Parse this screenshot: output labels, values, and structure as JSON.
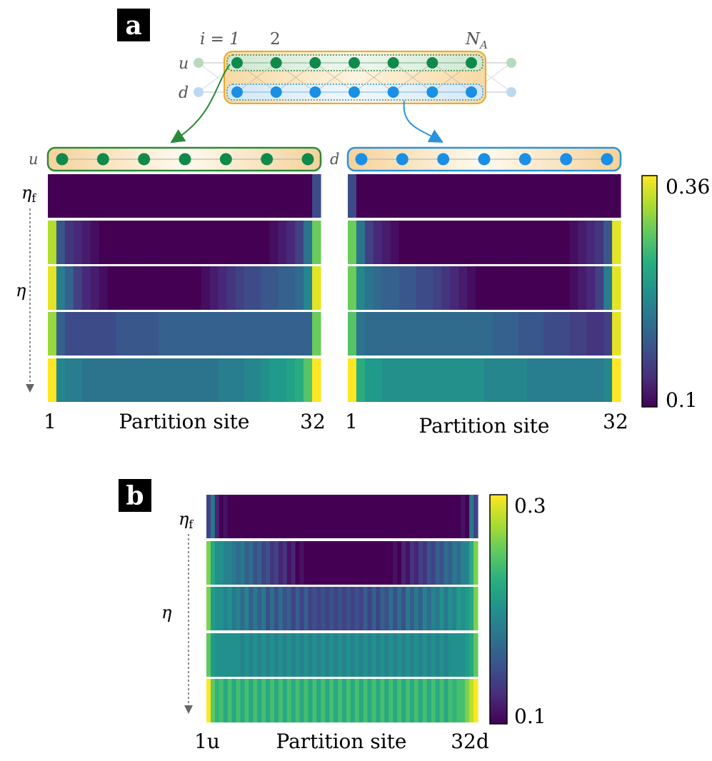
{
  "panel_a": {
    "label": "a",
    "lattice": {
      "site_label_first": "i = 1",
      "site_label_second": "2",
      "site_label_last": "N",
      "site_label_last_sub": "A",
      "row_u_label": "u",
      "row_d_label": "d",
      "sites_in_partition": 7
    },
    "heatmap_u": {
      "chain_label": "u",
      "x_start": "1",
      "x_end": "32",
      "xlabel": "Partition site"
    },
    "heatmap_d": {
      "chain_label": "d",
      "x_start": "1",
      "x_end": "32",
      "xlabel": "Partition site"
    },
    "eta_f_label": "η",
    "eta_f_sub": "f",
    "eta_label": "η",
    "colorbar": {
      "max": "0.36",
      "min": "0.1"
    }
  },
  "panel_b": {
    "label": "b",
    "eta_f_label": "η",
    "eta_f_sub": "f",
    "eta_label": "η",
    "x_start": "1u",
    "x_end": "32d",
    "xlabel": "Partition site",
    "colorbar": {
      "max": "0.3",
      "min": "0.1"
    }
  },
  "colors": {
    "u_site": "#0f8a4a",
    "d_site": "#1a8fe6",
    "partition_fill": "#f7dfb0",
    "partition_border": "#e9a92a",
    "u_chain_border": "#2a8a3a",
    "d_chain_border": "#2a93dd"
  },
  "chart_data": [
    {
      "type": "heatmap",
      "name": "panel-a-u",
      "rows": 5,
      "columns": 32,
      "colormap": "viridis",
      "vmin": 0.1,
      "vmax": 0.36,
      "rows_data": [
        [
          0.1,
          0.1,
          0.1,
          0.1,
          0.1,
          0.1,
          0.1,
          0.1,
          0.1,
          0.1,
          0.1,
          0.1,
          0.1,
          0.1,
          0.1,
          0.1,
          0.1,
          0.1,
          0.1,
          0.1,
          0.1,
          0.1,
          0.1,
          0.1,
          0.1,
          0.1,
          0.1,
          0.1,
          0.1,
          0.1,
          0.1,
          0.16
        ],
        [
          0.33,
          0.17,
          0.14,
          0.13,
          0.12,
          0.11,
          0.1,
          0.1,
          0.1,
          0.1,
          0.1,
          0.1,
          0.1,
          0.1,
          0.1,
          0.1,
          0.1,
          0.1,
          0.1,
          0.1,
          0.1,
          0.1,
          0.1,
          0.1,
          0.1,
          0.1,
          0.11,
          0.12,
          0.13,
          0.15,
          0.2,
          0.3
        ],
        [
          0.35,
          0.21,
          0.18,
          0.15,
          0.13,
          0.12,
          0.11,
          0.1,
          0.1,
          0.1,
          0.1,
          0.1,
          0.1,
          0.1,
          0.1,
          0.1,
          0.1,
          0.1,
          0.11,
          0.12,
          0.13,
          0.14,
          0.15,
          0.16,
          0.16,
          0.17,
          0.17,
          0.18,
          0.18,
          0.19,
          0.22,
          0.35
        ],
        [
          0.32,
          0.18,
          0.16,
          0.16,
          0.16,
          0.16,
          0.16,
          0.16,
          0.17,
          0.17,
          0.17,
          0.17,
          0.17,
          0.18,
          0.18,
          0.18,
          0.18,
          0.18,
          0.18,
          0.18,
          0.18,
          0.18,
          0.18,
          0.18,
          0.18,
          0.18,
          0.18,
          0.18,
          0.18,
          0.18,
          0.18,
          0.3
        ],
        [
          0.36,
          0.22,
          0.21,
          0.21,
          0.2,
          0.2,
          0.2,
          0.2,
          0.2,
          0.2,
          0.2,
          0.2,
          0.2,
          0.2,
          0.2,
          0.2,
          0.2,
          0.2,
          0.2,
          0.2,
          0.21,
          0.21,
          0.21,
          0.22,
          0.22,
          0.23,
          0.24,
          0.24,
          0.25,
          0.26,
          0.29,
          0.36
        ]
      ]
    },
    {
      "type": "heatmap",
      "name": "panel-a-d",
      "rows": 5,
      "columns": 32,
      "colormap": "viridis",
      "vmin": 0.1,
      "vmax": 0.36,
      "rows_data": [
        [
          0.16,
          0.1,
          0.1,
          0.1,
          0.1,
          0.1,
          0.1,
          0.1,
          0.1,
          0.1,
          0.1,
          0.1,
          0.1,
          0.1,
          0.1,
          0.1,
          0.1,
          0.1,
          0.1,
          0.1,
          0.1,
          0.1,
          0.1,
          0.1,
          0.1,
          0.1,
          0.1,
          0.1,
          0.1,
          0.1,
          0.1,
          0.1
        ],
        [
          0.3,
          0.2,
          0.15,
          0.13,
          0.12,
          0.11,
          0.1,
          0.1,
          0.1,
          0.1,
          0.1,
          0.1,
          0.1,
          0.1,
          0.1,
          0.1,
          0.1,
          0.1,
          0.1,
          0.1,
          0.1,
          0.1,
          0.1,
          0.1,
          0.1,
          0.1,
          0.11,
          0.12,
          0.13,
          0.14,
          0.17,
          0.35
        ],
        [
          0.3,
          0.22,
          0.2,
          0.19,
          0.18,
          0.18,
          0.17,
          0.17,
          0.16,
          0.16,
          0.15,
          0.14,
          0.13,
          0.12,
          0.11,
          0.1,
          0.1,
          0.1,
          0.1,
          0.1,
          0.1,
          0.1,
          0.1,
          0.1,
          0.1,
          0.1,
          0.11,
          0.12,
          0.13,
          0.15,
          0.21,
          0.35
        ],
        [
          0.29,
          0.2,
          0.19,
          0.19,
          0.19,
          0.19,
          0.19,
          0.19,
          0.19,
          0.19,
          0.19,
          0.19,
          0.19,
          0.19,
          0.19,
          0.19,
          0.19,
          0.18,
          0.18,
          0.18,
          0.17,
          0.17,
          0.17,
          0.16,
          0.16,
          0.16,
          0.15,
          0.15,
          0.14,
          0.14,
          0.15,
          0.35
        ],
        [
          0.36,
          0.26,
          0.24,
          0.24,
          0.23,
          0.23,
          0.23,
          0.23,
          0.23,
          0.23,
          0.23,
          0.23,
          0.23,
          0.23,
          0.23,
          0.23,
          0.22,
          0.22,
          0.22,
          0.22,
          0.22,
          0.21,
          0.21,
          0.21,
          0.21,
          0.21,
          0.21,
          0.21,
          0.21,
          0.21,
          0.22,
          0.36
        ]
      ]
    },
    {
      "type": "heatmap",
      "name": "panel-b",
      "rows": 5,
      "columns": 64,
      "colormap": "viridis",
      "vmin": 0.1,
      "vmax": 0.3,
      "rows_data": [
        [
          0.14,
          0.18,
          0.12,
          0.1,
          0.11,
          0.1,
          0.1,
          0.1,
          0.1,
          0.1,
          0.1,
          0.1,
          0.1,
          0.1,
          0.1,
          0.1,
          0.1,
          0.1,
          0.1,
          0.1,
          0.1,
          0.1,
          0.1,
          0.1,
          0.1,
          0.1,
          0.1,
          0.1,
          0.1,
          0.1,
          0.1,
          0.1,
          0.1,
          0.1,
          0.1,
          0.1,
          0.1,
          0.1,
          0.1,
          0.1,
          0.1,
          0.1,
          0.1,
          0.1,
          0.1,
          0.1,
          0.1,
          0.1,
          0.1,
          0.1,
          0.1,
          0.1,
          0.1,
          0.1,
          0.1,
          0.1,
          0.1,
          0.1,
          0.1,
          0.1,
          0.11,
          0.1,
          0.18,
          0.14
        ],
        [
          0.26,
          0.22,
          0.2,
          0.2,
          0.19,
          0.19,
          0.18,
          0.17,
          0.18,
          0.16,
          0.17,
          0.15,
          0.16,
          0.14,
          0.15,
          0.13,
          0.14,
          0.12,
          0.13,
          0.11,
          0.12,
          0.1,
          0.11,
          0.1,
          0.1,
          0.1,
          0.1,
          0.1,
          0.1,
          0.1,
          0.1,
          0.1,
          0.1,
          0.1,
          0.1,
          0.1,
          0.1,
          0.1,
          0.1,
          0.1,
          0.1,
          0.1,
          0.1,
          0.1,
          0.11,
          0.1,
          0.12,
          0.11,
          0.13,
          0.12,
          0.14,
          0.13,
          0.15,
          0.14,
          0.16,
          0.15,
          0.17,
          0.16,
          0.18,
          0.17,
          0.19,
          0.19,
          0.22,
          0.26
        ],
        [
          0.26,
          0.21,
          0.2,
          0.2,
          0.19,
          0.2,
          0.18,
          0.19,
          0.17,
          0.19,
          0.16,
          0.18,
          0.16,
          0.18,
          0.15,
          0.17,
          0.15,
          0.17,
          0.15,
          0.16,
          0.14,
          0.16,
          0.14,
          0.16,
          0.14,
          0.15,
          0.14,
          0.15,
          0.14,
          0.15,
          0.14,
          0.15,
          0.14,
          0.15,
          0.14,
          0.15,
          0.14,
          0.16,
          0.14,
          0.16,
          0.14,
          0.16,
          0.15,
          0.17,
          0.15,
          0.17,
          0.15,
          0.18,
          0.16,
          0.18,
          0.16,
          0.19,
          0.17,
          0.19,
          0.18,
          0.2,
          0.18,
          0.2,
          0.19,
          0.21,
          0.2,
          0.21,
          0.22,
          0.26
        ],
        [
          0.25,
          0.21,
          0.2,
          0.2,
          0.2,
          0.2,
          0.2,
          0.2,
          0.19,
          0.2,
          0.19,
          0.2,
          0.19,
          0.2,
          0.19,
          0.2,
          0.19,
          0.2,
          0.19,
          0.2,
          0.19,
          0.2,
          0.19,
          0.2,
          0.19,
          0.2,
          0.19,
          0.2,
          0.19,
          0.2,
          0.19,
          0.2,
          0.19,
          0.2,
          0.19,
          0.2,
          0.19,
          0.2,
          0.19,
          0.2,
          0.19,
          0.2,
          0.19,
          0.2,
          0.19,
          0.2,
          0.19,
          0.2,
          0.19,
          0.2,
          0.19,
          0.2,
          0.19,
          0.2,
          0.19,
          0.2,
          0.19,
          0.2,
          0.2,
          0.2,
          0.2,
          0.21,
          0.22,
          0.25
        ],
        [
          0.3,
          0.25,
          0.23,
          0.24,
          0.22,
          0.24,
          0.22,
          0.24,
          0.22,
          0.24,
          0.22,
          0.24,
          0.22,
          0.24,
          0.22,
          0.24,
          0.22,
          0.24,
          0.22,
          0.24,
          0.22,
          0.24,
          0.22,
          0.24,
          0.22,
          0.24,
          0.22,
          0.24,
          0.22,
          0.24,
          0.22,
          0.24,
          0.22,
          0.24,
          0.22,
          0.24,
          0.22,
          0.24,
          0.22,
          0.24,
          0.22,
          0.24,
          0.22,
          0.24,
          0.22,
          0.24,
          0.22,
          0.24,
          0.22,
          0.24,
          0.22,
          0.24,
          0.22,
          0.24,
          0.22,
          0.24,
          0.22,
          0.24,
          0.23,
          0.24,
          0.24,
          0.26,
          0.28,
          0.3
        ]
      ]
    }
  ]
}
